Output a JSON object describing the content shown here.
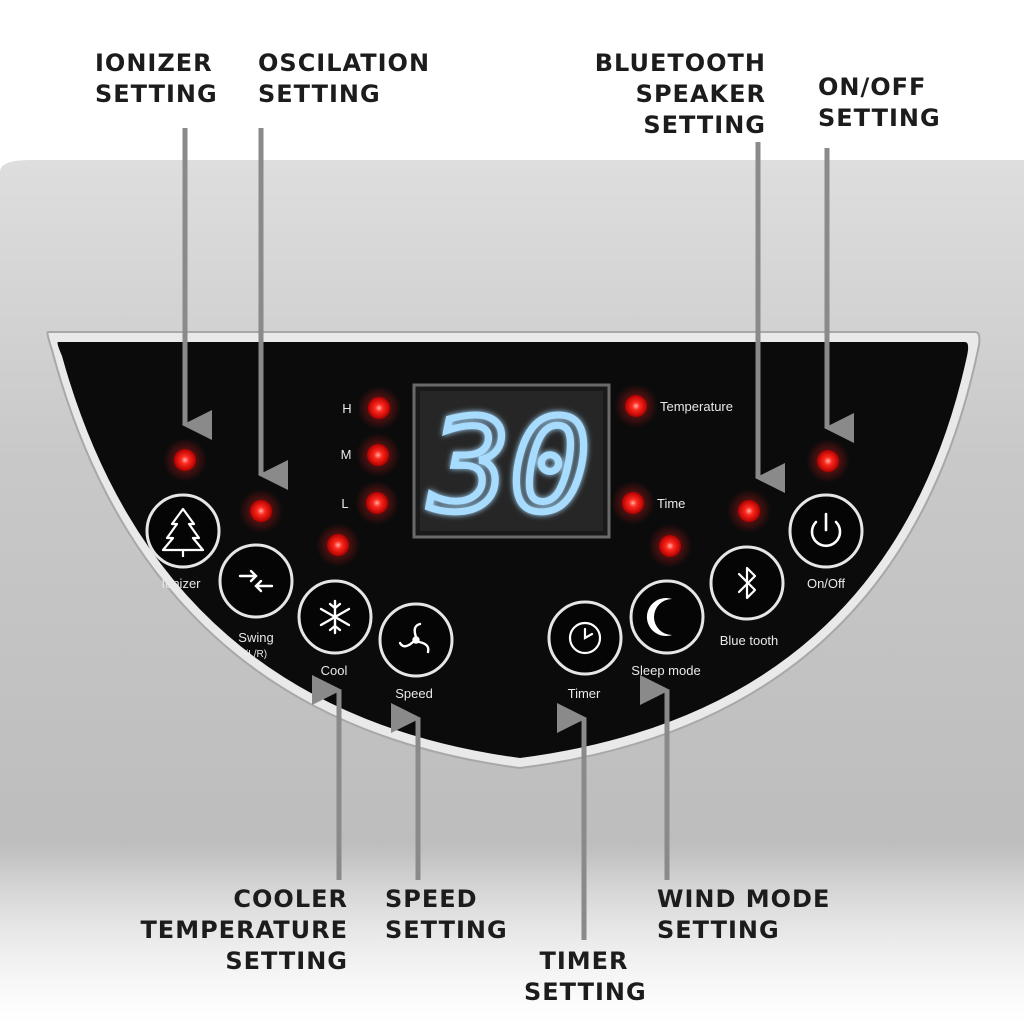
{
  "callouts": {
    "ionizer": [
      "IONIZER",
      "SETTING"
    ],
    "oscillation": [
      "OSCILATION",
      "SETTING"
    ],
    "bluetooth": [
      "BLUETOOTH",
      "SPEAKER",
      "SETTING"
    ],
    "power": [
      "ON/OFF",
      "SETTING"
    ],
    "cooler": [
      "COOLER",
      "TEMPERATURE",
      "SETTING"
    ],
    "speed": [
      "SPEED",
      "SETTING"
    ],
    "timer": [
      "TIMER",
      "SETTING"
    ],
    "wind_mode": [
      "WIND MODE",
      "SETTING"
    ]
  },
  "panel": {
    "display_value": "30",
    "fan_levels": [
      "H",
      "M",
      "L"
    ],
    "indicator_temperature": "Temperature",
    "indicator_time": "Time",
    "buttons": {
      "ionizer": "Ionizer",
      "swing": "Swing",
      "swing_sub": "(L/R)",
      "cool": "Cool",
      "speed": "Speed",
      "timer": "Timer",
      "sleep": "Sleep mode",
      "bluetooth": "Blue tooth",
      "power": "On/Off"
    }
  },
  "colors": {
    "panel": "#0b0b0b",
    "housing": "#c4c4c4",
    "led": "#ff1a1a",
    "display_digit": "#a8dcff",
    "arrow": "#8a8a8a"
  }
}
